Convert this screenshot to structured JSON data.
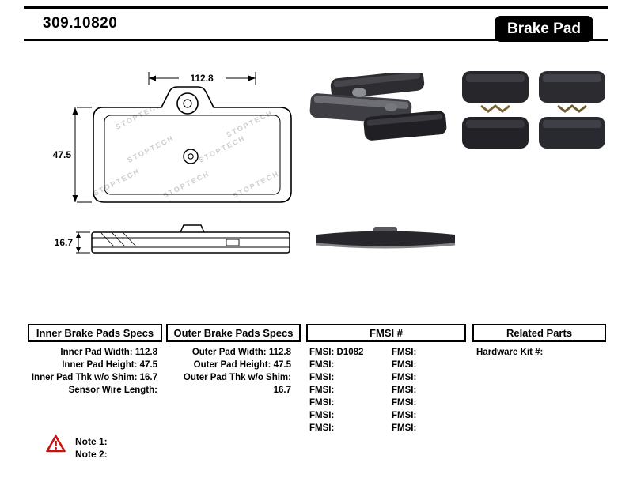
{
  "header": {
    "part_number": "309.10820",
    "product_type": "Brake Pad"
  },
  "drawing": {
    "width_dim": "112.8",
    "height_dim": "47.5",
    "thickness_dim": "16.7",
    "watermark": "STOPTECH"
  },
  "tables": {
    "inner": {
      "title": "Inner Brake Pads Specs",
      "rows": [
        {
          "label": "Inner Pad Width:",
          "value": "112.8"
        },
        {
          "label": "Inner Pad Height:",
          "value": "47.5"
        },
        {
          "label": "Inner Pad Thk w/o Shim:",
          "value": "16.7"
        },
        {
          "label": "Sensor Wire Length:",
          "value": ""
        }
      ]
    },
    "outer": {
      "title": "Outer Brake Pads Specs",
      "rows": [
        {
          "label": "Outer Pad Width:",
          "value": "112.8"
        },
        {
          "label": "Outer Pad Height:",
          "value": "47.5"
        },
        {
          "label": "Outer Pad Thk w/o Shim:",
          "value": "16.7"
        }
      ]
    },
    "fmsi": {
      "title": "FMSI #",
      "left_rows": [
        {
          "label": "FMSI:",
          "value": "D1082"
        },
        {
          "label": "FMSI:",
          "value": ""
        },
        {
          "label": "FMSI:",
          "value": ""
        },
        {
          "label": "FMSI:",
          "value": ""
        },
        {
          "label": "FMSI:",
          "value": ""
        },
        {
          "label": "FMSI:",
          "value": ""
        },
        {
          "label": "FMSI:",
          "value": ""
        }
      ],
      "right_rows": [
        {
          "label": "FMSI:",
          "value": ""
        },
        {
          "label": "FMSI:",
          "value": ""
        },
        {
          "label": "FMSI:",
          "value": ""
        },
        {
          "label": "FMSI:",
          "value": ""
        },
        {
          "label": "FMSI:",
          "value": ""
        },
        {
          "label": "FMSI:",
          "value": ""
        },
        {
          "label": "FMSI:",
          "value": ""
        }
      ]
    },
    "related": {
      "title": "Related Parts",
      "rows": [
        {
          "label": "Hardware Kit #:",
          "value": ""
        }
      ]
    }
  },
  "notes": {
    "note1": "Note 1:",
    "note2": "Note 2:"
  }
}
